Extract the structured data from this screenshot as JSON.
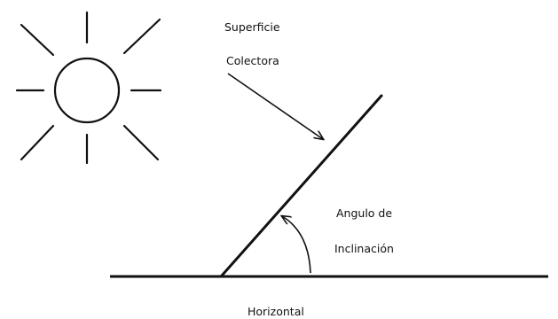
{
  "labels": {
    "collector_line1": "Superficie",
    "collector_line2": "Colectora",
    "angle_line1": "Angulo de",
    "angle_line2": "Inclinación",
    "horizontal": "Horizontal"
  },
  "icons": {
    "sun": "sun-icon"
  },
  "colors": {
    "stroke": "#111111",
    "background": "#ffffff"
  }
}
